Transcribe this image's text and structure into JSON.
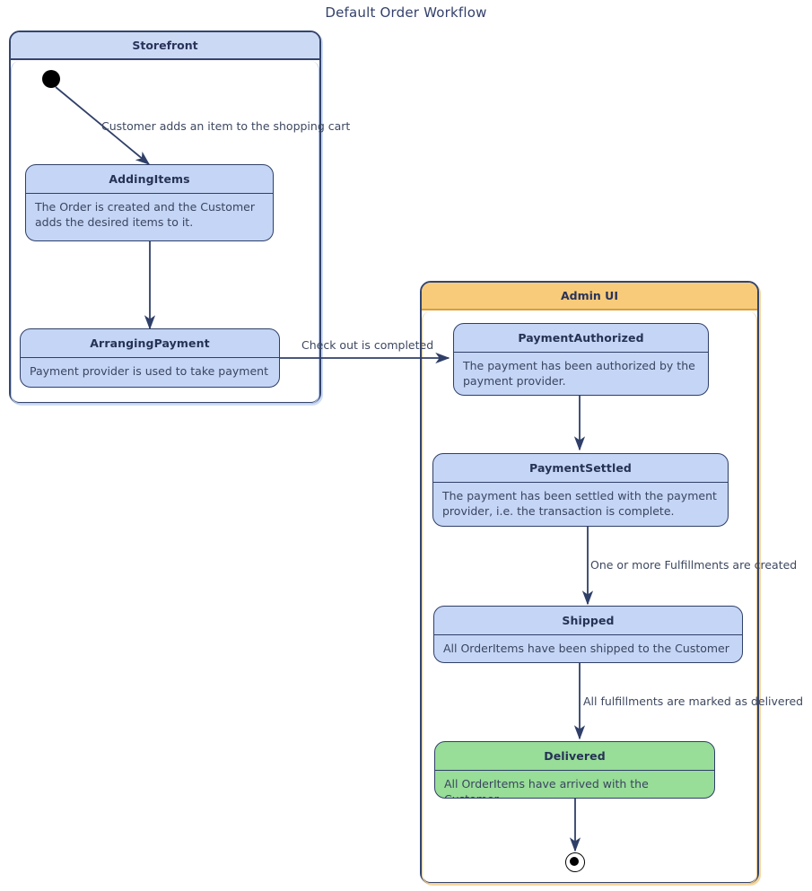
{
  "diagram": {
    "title": "Default Order Workflow",
    "type": "uml-state-machine",
    "colors": {
      "edge": "#2f3f68",
      "state_fill": "#c5d5f5",
      "state_border": "#2f3f68",
      "final_state_fill": "#98dd98",
      "storefront_header": "#ccd9f5",
      "admin_header": "#f8cb7a",
      "title_text": "#33406b"
    }
  },
  "containers": {
    "storefront": {
      "label": "Storefront"
    },
    "admin_ui": {
      "label": "Admin UI"
    }
  },
  "states": {
    "adding_items": {
      "name": "AddingItems",
      "description": "The Order is created and the Customer adds the desired items to it."
    },
    "arranging_payment": {
      "name": "ArrangingPayment",
      "description": "Payment provider is used to take payment"
    },
    "payment_authorized": {
      "name": "PaymentAuthorized",
      "description": "The payment has been authorized by the payment provider."
    },
    "payment_settled": {
      "name": "PaymentSettled",
      "description": "The payment has been settled with the payment provider, i.e. the transaction is complete."
    },
    "shipped": {
      "name": "Shipped",
      "description": "All OrderItems have been shipped to the Customer"
    },
    "delivered": {
      "name": "Delivered",
      "description": "All OrderItems have arrived with the Customer"
    }
  },
  "pseudostates": {
    "initial": "initial-state",
    "final": "final-state"
  },
  "transitions": {
    "t1": {
      "from": "initial",
      "to": "AddingItems",
      "label": "Customer adds an item to the shopping cart"
    },
    "t2": {
      "from": "AddingItems",
      "to": "ArrangingPayment",
      "label": ""
    },
    "t3": {
      "from": "ArrangingPayment",
      "to": "PaymentAuthorized",
      "label": "Check out is completed"
    },
    "t4": {
      "from": "PaymentAuthorized",
      "to": "PaymentSettled",
      "label": ""
    },
    "t5": {
      "from": "PaymentSettled",
      "to": "Shipped",
      "label": "One or more Fulfillments are created"
    },
    "t6": {
      "from": "Shipped",
      "to": "Delivered",
      "label": "All fulfillments are marked as delivered"
    },
    "t7": {
      "from": "Delivered",
      "to": "final",
      "label": ""
    }
  }
}
